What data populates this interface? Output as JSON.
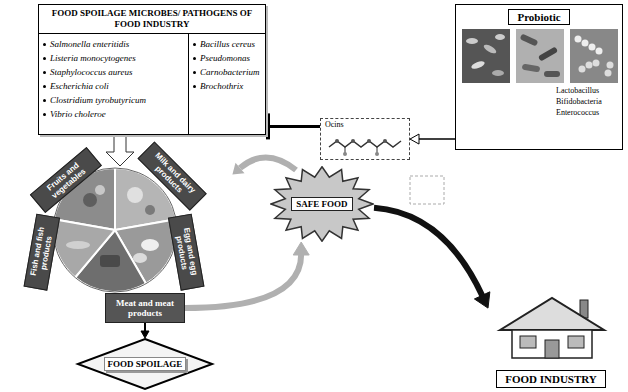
{
  "diagram": {
    "nodes": [
      {
        "text": [
          "FOOD SPOILAGE MICROBES/ PATHOGENS OF FOOD INDUSTRY"
        ]
      },
      {
        "text": [
          "Salmonella enteritidis",
          "Listeria monocytogenes",
          "Staphylococcus aureus",
          "Escherichia coli",
          "Clostridium tyrobutyricum",
          "Vibrio choleroe"
        ],
        "in": 0
      },
      {
        "text": [
          "Bacillus cereus",
          "Pseudomonas",
          "Carnobacterium",
          "Brochothrix"
        ],
        "in": 0
      },
      {
        "text": [
          "Probiotic",
          "Lactobacillus",
          "Bifidobacteria",
          "Enterococcus"
        ]
      },
      {
        "text": [
          "Ocins"
        ]
      },
      {
        "text": [
          "Fruits and vegetables"
        ]
      },
      {
        "text": [
          "Milk and dairy products"
        ]
      },
      {
        "text": [
          "Egg and egg products"
        ]
      },
      {
        "text": [
          "Fish and fish products"
        ]
      },
      {
        "text": [
          "Meat and meat products"
        ]
      },
      {
        "text": [
          "SAFE FOOD"
        ]
      },
      {
        "text": [
          "FOOD INDUSTRY"
        ]
      },
      {
        "text": [
          "FOOD SPOILAGE"
        ]
      }
    ],
    "edges": [
      {
        "from": 3,
        "to": 4,
        "arrow": "to"
      },
      {
        "from": 4,
        "to": 2,
        "arrow": "to"
      },
      {
        "from": 9,
        "to": 12,
        "arrow": "to"
      },
      {
        "from": 9,
        "to": 10,
        "arrow": "to"
      },
      {
        "from": 10,
        "to": 11,
        "arrow": "to"
      }
    ]
  }
}
